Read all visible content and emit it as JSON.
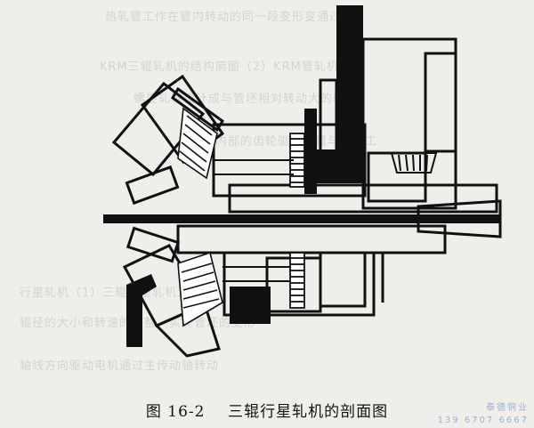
{
  "figure": {
    "caption_number": "图 16-2",
    "caption_text": "三辊行星轧机的剖面图"
  },
  "watermark": {
    "name": "泰德铜业",
    "phone": "139 6707 6667"
  },
  "background_text": [
    "热轧管工作在管内转动的同一段变形变通过以",
    "KRM三辊轧机的结构简图（2）KRM管轧机",
    "螺旋轧辊设计成与管坯相对转动大的轴",
    "轧机体内部的齿轮驱动装置与轧辊工",
    "行星轧机（1）三辊行星轧机工作中",
    "辊径的大小和转速的调整，实现管坯的变形",
    "轴线方向驱动电机通过主传动轴转动"
  ],
  "colors": {
    "ink": "#111111",
    "paper": "#efeeeb"
  }
}
